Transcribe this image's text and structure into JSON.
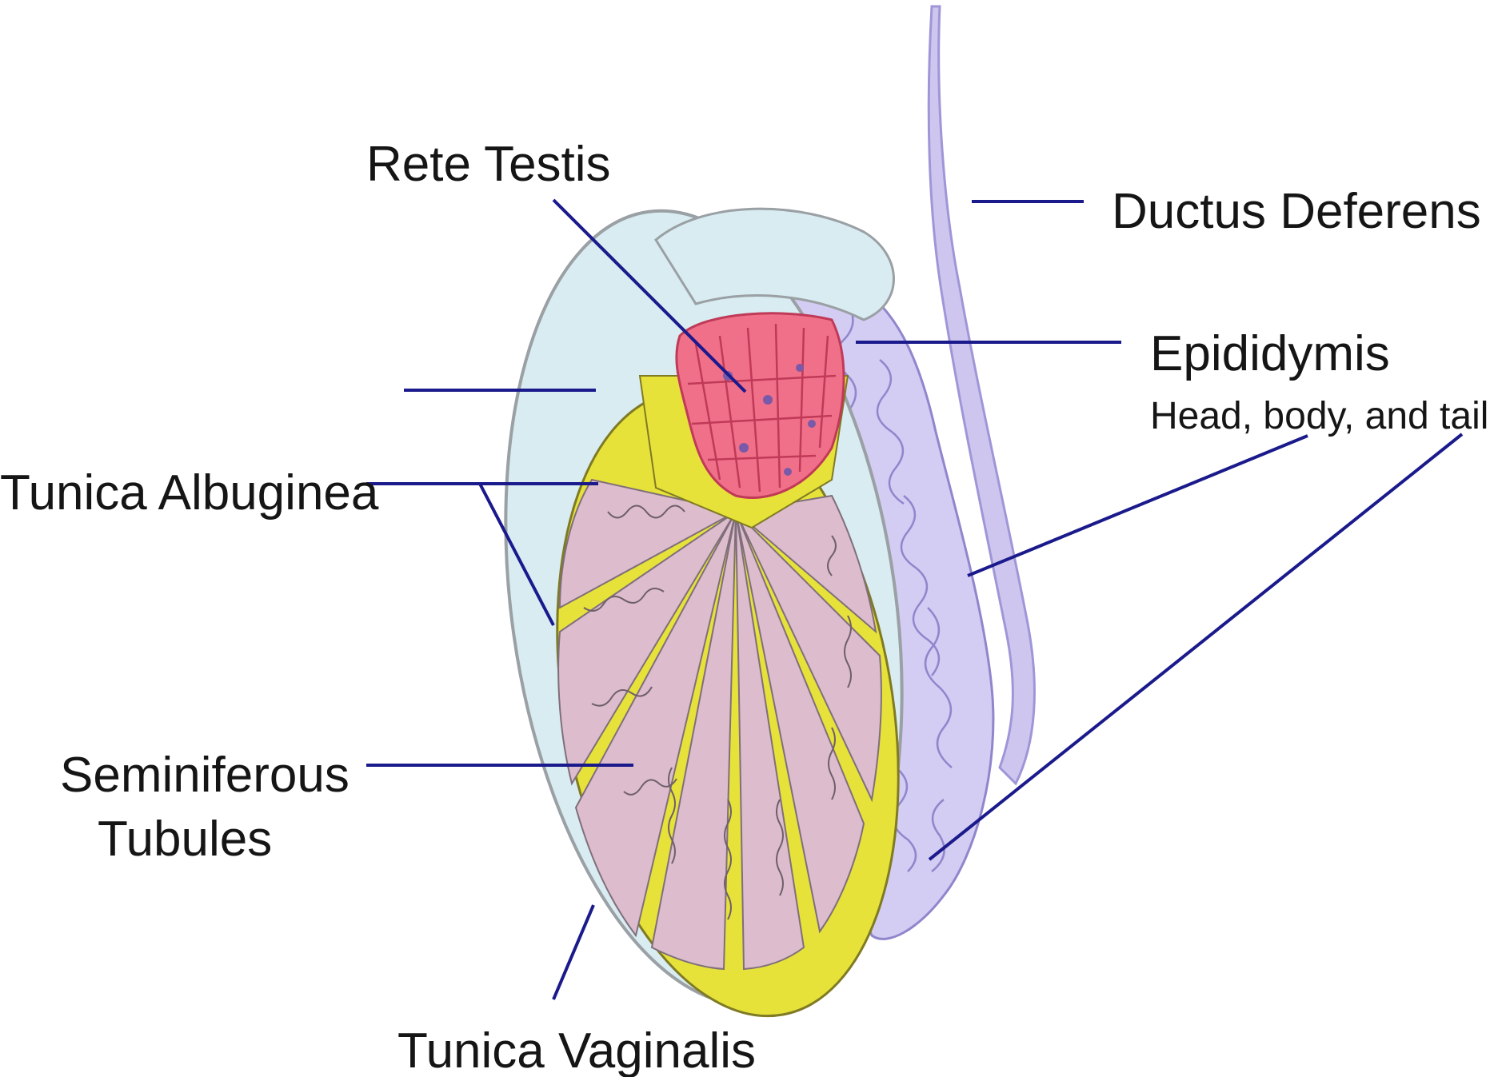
{
  "labels": {
    "rete_testis": "Rete Testis",
    "ductus_deferens": "Ductus Deferens",
    "epididymis": "Epididymis",
    "epididymis_parts": "Head, body, and tail",
    "tunica_albuginea": "Tunica Albuginea",
    "seminiferous_line1": "Seminiferous",
    "seminiferous_line2": "Tubules",
    "tunica_vaginalis": "Tunica Vaginalis"
  },
  "colors": {
    "leader_line": "#1a1a8c",
    "tunica_vaginalis": "#d8ecf2",
    "septa": "#e6e23a",
    "lobules": "#dcbccd",
    "rete_testis": "#f0708a",
    "epididymis": "#d3cdf3",
    "ductus_deferens": "#cfc6ef"
  }
}
